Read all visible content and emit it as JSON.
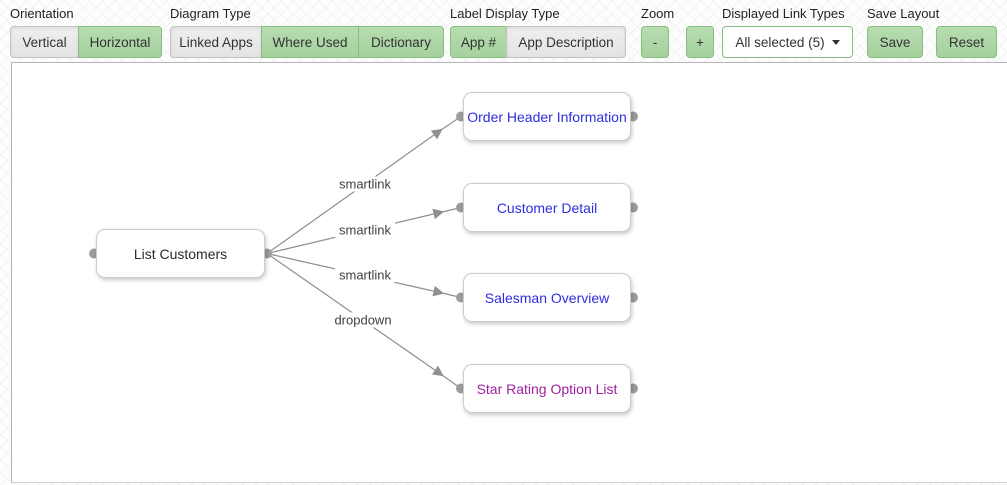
{
  "toolbar": {
    "groups": [
      {
        "name": "orientation",
        "label": "Orientation",
        "buttons": [
          {
            "label": "Vertical",
            "selected": true
          },
          {
            "label": "Horizontal",
            "selected": false
          }
        ]
      },
      {
        "name": "diagram-type",
        "label": "Diagram Type",
        "buttons": [
          {
            "label": "Linked Apps",
            "selected": true
          },
          {
            "label": "Where Used",
            "selected": false
          },
          {
            "label": "Dictionary",
            "selected": false
          }
        ]
      },
      {
        "name": "label-display-type",
        "label": "Label Display Type",
        "buttons": [
          {
            "label": "App #",
            "selected": false
          },
          {
            "label": "App Description",
            "selected": true
          }
        ]
      },
      {
        "name": "zoom",
        "label": "Zoom",
        "buttons": [
          {
            "label": "-",
            "selected": false
          },
          {
            "label": "+",
            "selected": false
          }
        ]
      },
      {
        "name": "displayed-link-types",
        "label": "Displayed Link Types",
        "dropdown": {
          "value": "All selected (5)"
        }
      },
      {
        "name": "save-layout",
        "label": "Save Layout",
        "buttons": [
          {
            "label": "Save",
            "selected": false
          },
          {
            "label": "Reset",
            "selected": false
          }
        ]
      }
    ]
  },
  "diagram": {
    "nodes": [
      {
        "label": "List Customers",
        "text_color": "#2b2b2b"
      },
      {
        "label": "Order Header Information",
        "text_color": "#2e2ee0"
      },
      {
        "label": "Customer Detail",
        "text_color": "#2e2ee0"
      },
      {
        "label": "Salesman Overview",
        "text_color": "#2e2ee0"
      },
      {
        "label": "Star Rating Option List",
        "text_color": "#a020a0"
      }
    ],
    "edges": [
      {
        "from": "List Customers",
        "to": "Order Header Information",
        "label": "smartlink"
      },
      {
        "from": "List Customers",
        "to": "Customer Detail",
        "label": "smartlink"
      },
      {
        "from": "List Customers",
        "to": "Salesman Overview",
        "label": "smartlink"
      },
      {
        "from": "List Customers",
        "to": "Star Rating Option List",
        "label": "dropdown"
      }
    ],
    "colors": {
      "edge": "#8f8f8f",
      "port": "#9d9d9d",
      "node_border": "#cccccc"
    }
  },
  "colors": {
    "button_green": "#a9d6a2",
    "button_green_border": "#84bf7d",
    "button_selected_bg": "#e9e9e9",
    "canvas_border": "#b5b5b5"
  }
}
